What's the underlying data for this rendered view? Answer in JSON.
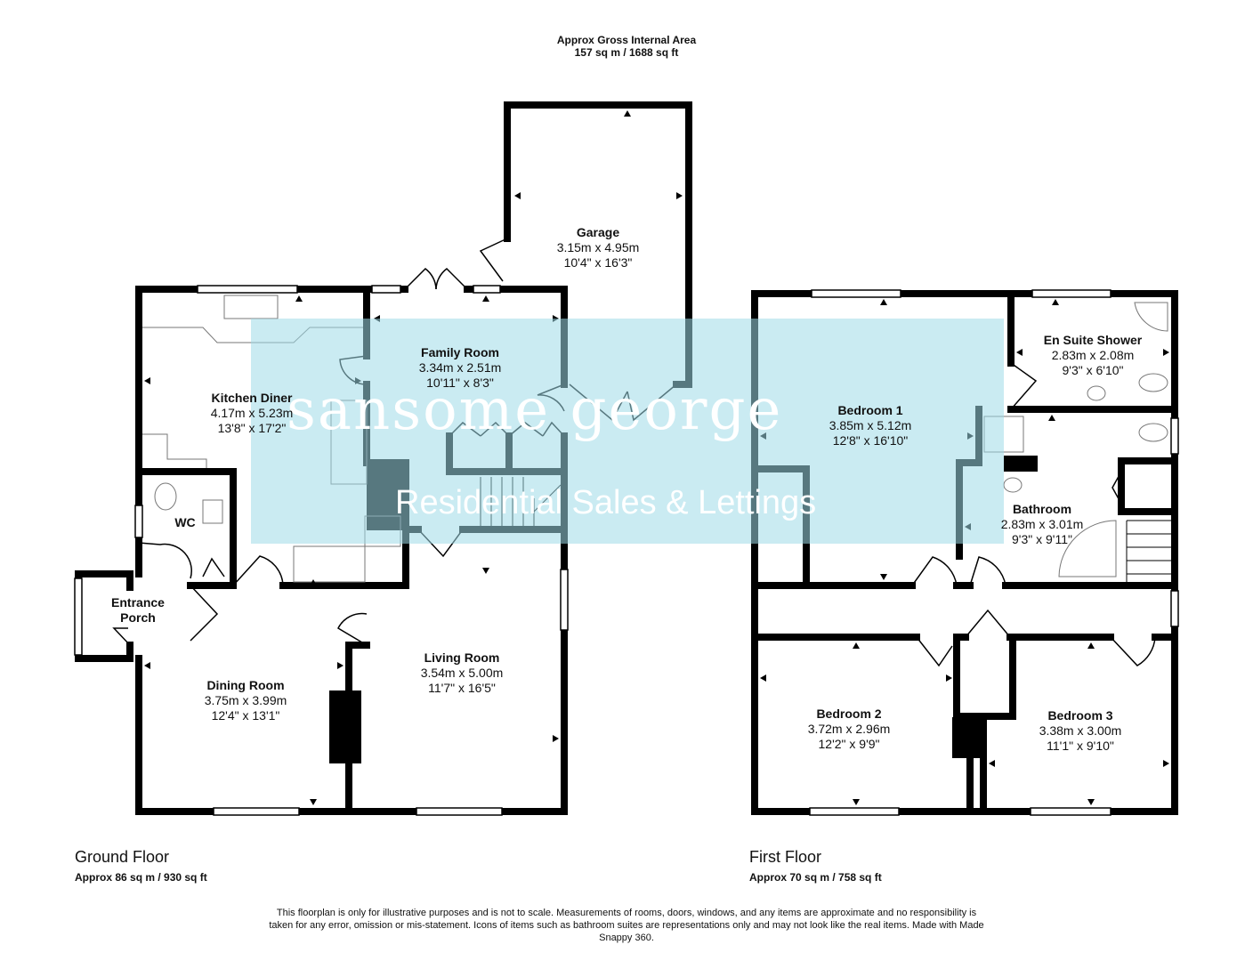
{
  "header": {
    "title": "Approx Gross Internal Area",
    "total": "157 sq m / 1688 sq ft"
  },
  "watermark": {
    "brand": "sansome george",
    "tagline": "Residential Sales & Lettings",
    "color": "#9fdbe8"
  },
  "floors": [
    {
      "name": "Ground Floor",
      "area": "Approx 86 sq m / 930 sq ft"
    },
    {
      "name": "First Floor",
      "area": "Approx 70 sq m / 758 sq ft"
    }
  ],
  "rooms": {
    "garage": {
      "name": "Garage",
      "metric": "3.15m x 4.95m",
      "imperial": "10'4\" x 16'3\""
    },
    "family_room": {
      "name": "Family Room",
      "metric": "3.34m x 2.51m",
      "imperial": "10'11\" x 8'3\""
    },
    "kitchen_diner": {
      "name": "Kitchen Diner",
      "metric": "4.17m x 5.23m",
      "imperial": "13'8\" x 17'2\""
    },
    "wc": {
      "name": "WC"
    },
    "entrance_porch": {
      "name_line1": "Entrance",
      "name_line2": "Porch"
    },
    "dining_room": {
      "name": "Dining Room",
      "metric": "3.75m x 3.99m",
      "imperial": "12'4\" x 13'1\""
    },
    "living_room": {
      "name": "Living Room",
      "metric": "3.54m x 5.00m",
      "imperial": "11'7\" x 16'5\""
    },
    "bedroom_1": {
      "name": "Bedroom 1",
      "metric": "3.85m x 5.12m",
      "imperial": "12'8\" x 16'10\""
    },
    "en_suite": {
      "name": "En Suite Shower",
      "metric": "2.83m x 2.08m",
      "imperial": "9'3\" x 6'10\""
    },
    "bathroom": {
      "name": "Bathroom",
      "metric": "2.83m x 3.01m",
      "imperial": "9'3\" x 9'11\""
    },
    "bedroom_2": {
      "name": "Bedroom 2",
      "metric": "3.72m x 2.96m",
      "imperial": "12'2\" x 9'9\""
    },
    "bedroom_3": {
      "name": "Bedroom 3",
      "metric": "3.38m x 3.00m",
      "imperial": "11'1\" x 9'10\""
    }
  },
  "disclaimer": "This floorplan is only for illustrative purposes and is not to scale. Measurements of rooms, doors, windows, and any items are approximate and no responsibility is taken for any error, omission or mis-statement. Icons of items such as bathroom suites are representations only and may not look like the real items. Made with Made Snappy 360."
}
